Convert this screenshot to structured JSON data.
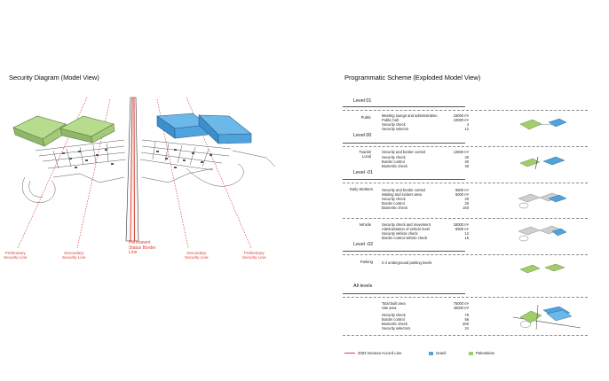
{
  "left_title": "Security Diagram (Model View)",
  "right_title": "Programmatic Scheme (Exploded Model View)",
  "security_lines": {
    "preliminary": [
      "Preliminary",
      "Security Line"
    ],
    "secondary_left": [
      "Secondary",
      "Security Line"
    ],
    "permanent": [
      "Permanent",
      "Status Border",
      "Line"
    ],
    "secondary_right": [
      "Secondary",
      "Security Line"
    ],
    "preliminary_right": [
      "Preliminary",
      "Security Line"
    ]
  },
  "levels": [
    "Level 01",
    "Level 00",
    "Level -01",
    "Level -02",
    "All levels"
  ],
  "zones": {
    "public": "Public",
    "tourist": [
      "Tourist/",
      "Local"
    ],
    "daily": "Daily Workers",
    "vehicle": "Vehicle",
    "parking": "Parking"
  },
  "public_items": [
    {
      "label": "Meeting lounge and administration",
      "value": "15000 m²"
    },
    {
      "label": "Public hall",
      "value": "10000 m²"
    },
    {
      "label": "Security check",
      "value": "4"
    },
    {
      "label": "Security selector",
      "value": "12"
    }
  ],
  "tourist_items": [
    {
      "label": "Security and border control",
      "value": "12600 m²"
    },
    {
      "label": "Security check",
      "value": "40"
    },
    {
      "label": "Border control",
      "value": "20"
    },
    {
      "label": "Biometric check",
      "value": "40"
    }
  ],
  "daily_items": [
    {
      "label": "Security and border control",
      "value": "6500 m²"
    },
    {
      "label": "Waiting and lockers area",
      "value": "5000 m²"
    },
    {
      "label": "Security check",
      "value": "20"
    },
    {
      "label": "Border control",
      "value": "20"
    },
    {
      "label": "Biometric check",
      "value": "160"
    }
  ],
  "vehicle_items": [
    {
      "label": "Security check and movement",
      "value": "18000 m²"
    },
    {
      "label": "Administration of vehicle level",
      "value": "6500 m²"
    },
    {
      "label": "Security vehicle check",
      "value": "12"
    },
    {
      "label": "Border control vehicle check",
      "value": "16"
    }
  ],
  "parking_text": "2-4 underground parking levels",
  "totals_area": [
    {
      "label": "Total built area",
      "value": "75000 m²"
    },
    {
      "label": "Site area",
      "value": "40000 m²"
    }
  ],
  "totals_counts": [
    {
      "label": "Security check",
      "value": "76"
    },
    {
      "label": "Border control",
      "value": "56"
    },
    {
      "label": "Biometric check",
      "value": "200"
    },
    {
      "label": "Security selectors",
      "value": "24"
    }
  ],
  "legend": {
    "accord_line": "2003 Geneva Accord Line",
    "israeli": "Israeli",
    "palestinian": "Palestinian"
  },
  "colors": {
    "israeli": "#4fa3dc",
    "palestinian": "#9fce6a",
    "security_line": "#d9453a"
  }
}
